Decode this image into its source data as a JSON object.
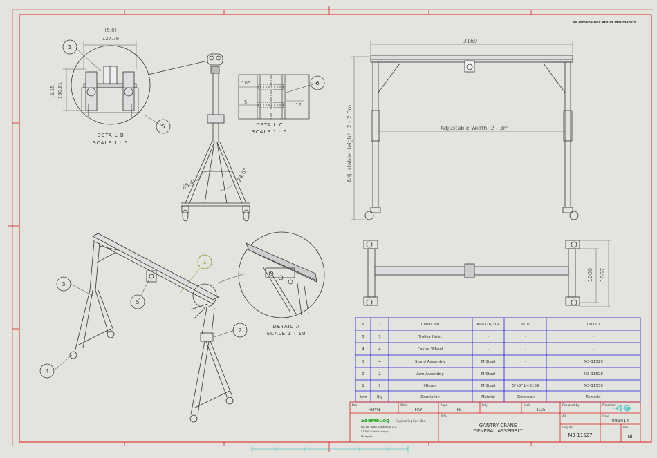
{
  "colors": {
    "sheet": "#e4e4de",
    "border": "#d81b1b",
    "table": "#1b1bd8",
    "ink": "#333333",
    "dim": "#555555",
    "callout": "#8a8a20",
    "brand": "#1aa51a"
  },
  "header_note": "All dimensions are in Millimeters",
  "views": {
    "detail_b": {
      "title": "DETAIL B",
      "scale": "SCALE 1 : 5",
      "dim_width": "127.76",
      "dim_width_ref": "[5.0]",
      "dim_height": "130.81",
      "dim_height_ref": "[5.15]"
    },
    "detail_c": {
      "title": "DETAIL C",
      "scale": "SCALE 1 : 5",
      "dim_a": "105",
      "dim_b": "5",
      "dim_c": "12"
    },
    "detail_a": {
      "title": "DETAIL A",
      "scale": "SCALE 1 : 10"
    },
    "side": {
      "angle_left": "65.4°",
      "angle_right": "24.6°"
    },
    "front": {
      "width": "3169",
      "adjustable_width": "Adjustable Width :2 - 3m",
      "adjustable_height": "Adjustable Height : 2 - 2.5m"
    },
    "top": {
      "dim_inner": "1000",
      "dim_outer": "1067"
    }
  },
  "balloons": [
    "1",
    "5",
    "6",
    "1",
    "3",
    "5",
    "4",
    "2"
  ],
  "bom": {
    "headers": [
      "Item",
      "Qty",
      "Description",
      "Material",
      "Dimension",
      "Remarks"
    ],
    "rows": [
      [
        "6",
        "2",
        "Clevis Pin",
        "AISI316/304",
        "Ø16",
        "L=110"
      ],
      [
        "5",
        "1",
        "Trolley Hoist",
        "-",
        "-",
        "-"
      ],
      [
        "4",
        "4",
        "Caster Wheel",
        "-",
        "-",
        "-"
      ],
      [
        "3",
        "4",
        "Stand Assembly",
        "M Steel",
        "-",
        "M3-11529"
      ],
      [
        "2",
        "2",
        "Arm Assembly",
        "M Steel",
        "-",
        "M3-11528"
      ],
      [
        "1",
        "1",
        "I-Beam",
        "M Steel",
        "5\"x5\" L=3169",
        "M3-11530"
      ]
    ]
  },
  "title_block": {
    "drawn_label": "Drn",
    "drawn": "HDYN",
    "checked_label": "Chkd",
    "checked": "FKY",
    "approved_label": "Appd",
    "approved": "FL",
    "proj_label": "Proj",
    "proj": "-",
    "scale_label": "Scale",
    "scale": "1:25",
    "replaced_label": "Replaced by",
    "replaced": "-",
    "projection_label": "Projection",
    "company_logo": "SeaMeCog",
    "company_name": "Engineering Sdn. Bhd.",
    "company_addr": [
      "No.10, Jalan Segambut 1/2,",
      "51200 Kuala Lumpur,",
      "Malaysia"
    ],
    "title_label": "Title",
    "title_line1": "GANTRY CRANE",
    "title_line2": "GENERAL ASSEMBLY",
    "size_label": "A3",
    "size": "-",
    "date_label": "Date",
    "date": "081014",
    "dwg_label": "Dwg No",
    "dwg_no": "M3-11527",
    "rev_label": "Rev",
    "rev": "Nil"
  }
}
